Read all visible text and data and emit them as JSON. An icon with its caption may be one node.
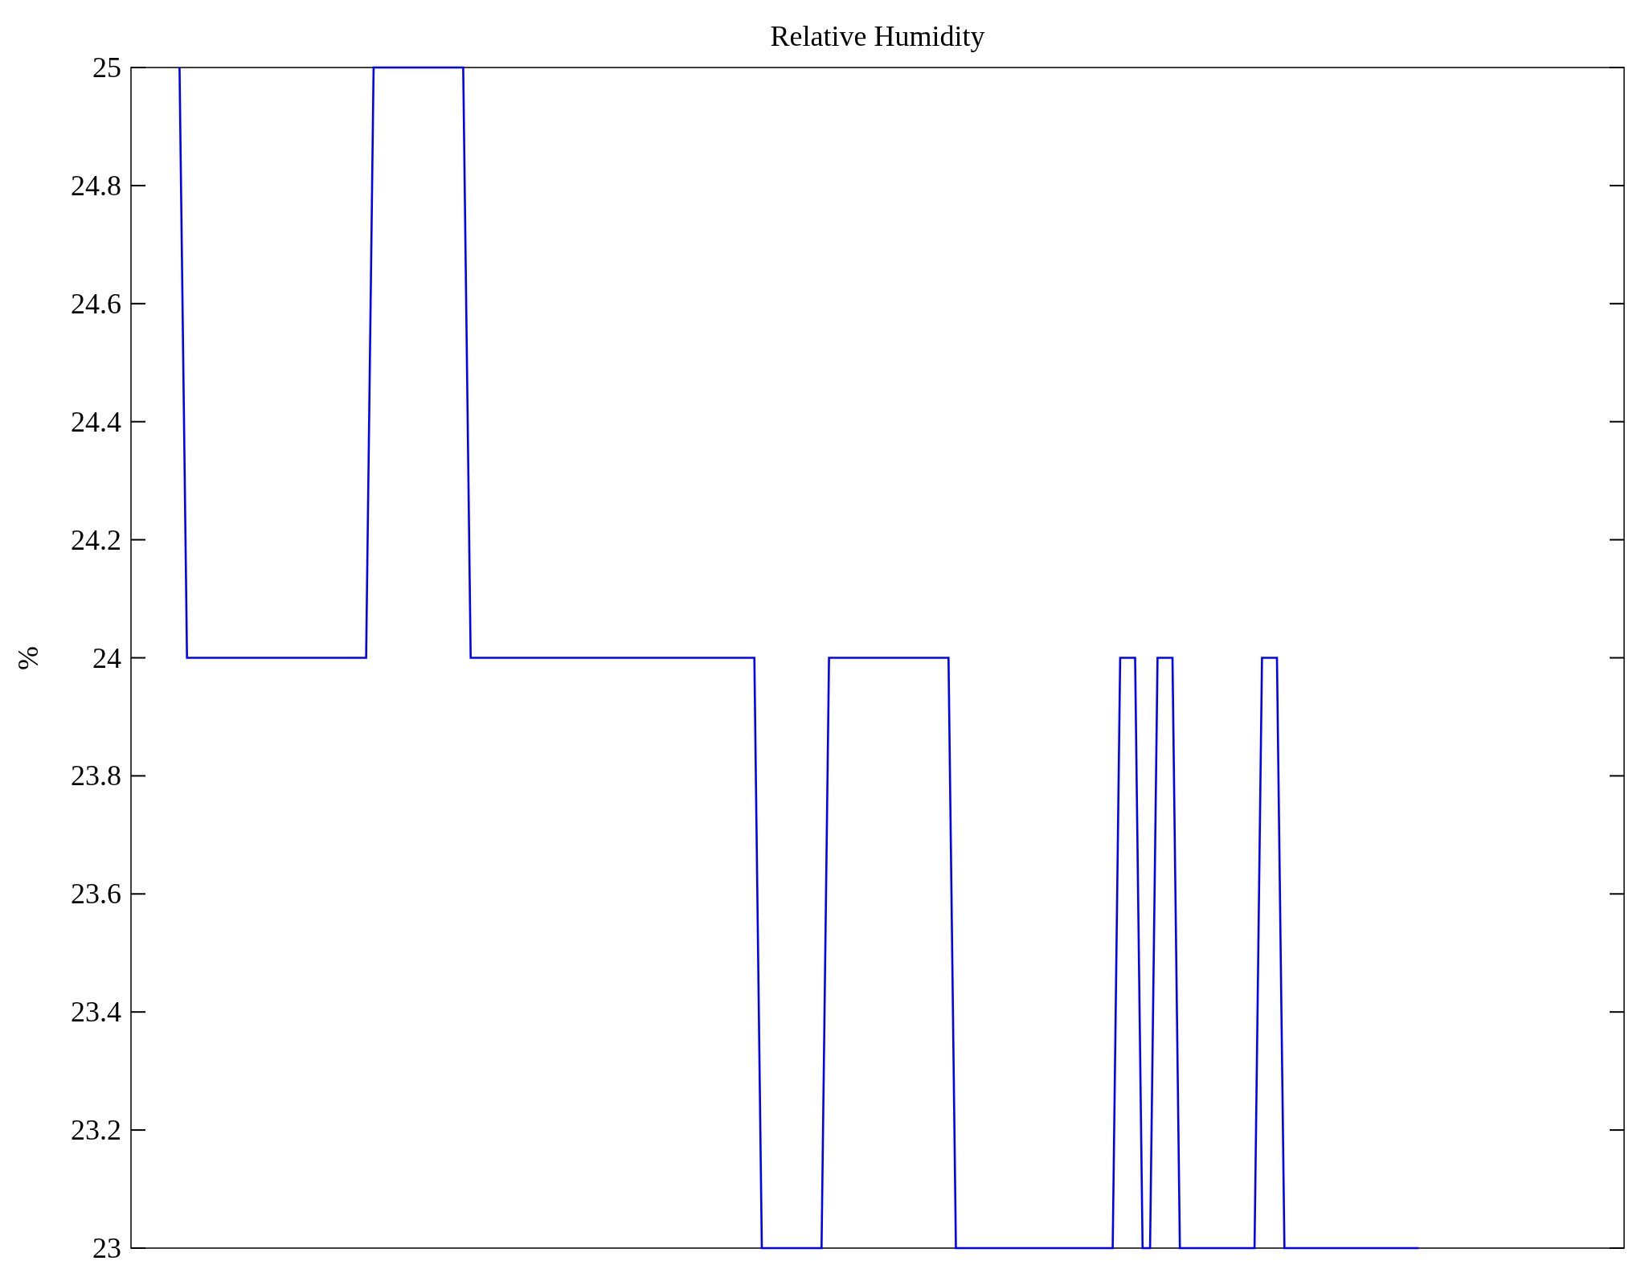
{
  "diagram": {
    "chart_data": {
      "type": "line",
      "title": "Relative Humidity",
      "ylabel": "%",
      "categories": [
        null,
        null,
        null,
        null,
        null,
        null,
        null,
        null,
        null,
        null,
        null,
        null,
        null,
        null,
        null,
        null,
        null,
        null,
        null,
        null,
        null,
        null,
        null,
        null,
        null,
        null,
        null,
        null,
        null,
        null,
        null,
        null,
        null,
        null,
        null,
        null,
        null,
        null,
        null,
        null,
        null,
        null,
        null,
        null,
        null,
        null,
        null,
        null,
        null,
        null,
        null,
        null,
        null,
        null,
        null,
        null,
        null,
        null,
        null,
        null,
        null,
        null,
        null,
        null,
        null,
        null,
        null,
        null,
        null,
        null,
        null,
        null,
        null,
        null,
        null,
        null,
        null,
        null,
        null,
        null,
        null,
        null,
        null,
        null,
        null,
        null,
        null,
        null,
        null,
        null,
        null,
        null,
        null,
        null,
        null,
        null,
        null,
        null,
        null,
        null,
        null,
        null,
        null,
        null,
        null,
        null,
        null,
        null,
        null,
        null,
        null,
        null,
        null,
        null,
        null,
        null,
        null,
        null,
        null,
        null,
        null,
        null,
        null,
        null,
        null,
        null,
        null,
        null,
        null,
        null,
        null,
        null,
        null,
        null,
        null,
        null,
        null,
        null,
        null,
        null,
        null,
        null,
        null,
        null,
        null,
        null,
        null,
        null,
        null,
        null,
        null,
        null,
        null,
        null,
        null,
        null,
        null,
        null,
        null,
        null,
        null,
        null,
        null,
        null,
        null,
        null,
        null,
        null,
        null,
        null,
        null,
        null,
        null,
        null,
        null,
        null,
        null,
        null,
        null,
        null,
        null,
        null,
        null,
        null,
        null,
        null,
        null,
        null,
        null,
        null,
        null,
        null,
        null,
        null,
        null,
        null,
        null,
        null,
        null,
        null
      ],
      "series": [
        {
          "color": "#0000ff",
          "values": [
            null,
            null,
            null,
            null,
            null,
            null,
            25,
            24,
            24,
            24,
            24,
            24,
            24,
            24,
            24,
            24,
            24,
            24,
            24,
            24,
            24,
            24,
            24,
            24,
            24,
            24,
            24,
            24,
            24,
            24,
            24,
            24,
            25,
            25,
            25,
            25,
            25,
            25,
            25,
            25,
            25,
            25,
            25,
            25,
            25,
            24,
            24,
            24,
            24,
            24,
            24,
            24,
            24,
            24,
            24,
            24,
            24,
            24,
            24,
            24,
            24,
            24,
            24,
            24,
            24,
            24,
            24,
            24,
            24,
            24,
            24,
            24,
            24,
            24,
            24,
            24,
            24,
            24,
            24,
            24,
            24,
            24,
            24,
            24,
            23,
            23,
            23,
            23,
            23,
            23,
            23,
            23,
            23,
            24,
            24,
            24,
            24,
            24,
            24,
            24,
            24,
            24,
            24,
            24,
            24,
            24,
            24,
            24,
            24,
            24,
            23,
            23,
            23,
            23,
            23,
            23,
            23,
            23,
            23,
            23,
            23,
            23,
            23,
            23,
            23,
            23,
            23,
            23,
            23,
            23,
            23,
            23,
            24,
            24,
            24,
            23,
            23,
            24,
            24,
            24,
            23,
            23,
            23,
            23,
            23,
            23,
            23,
            23,
            23,
            23,
            23,
            24,
            24,
            24,
            23,
            23,
            23,
            23,
            23,
            23,
            23,
            23,
            23,
            23,
            23,
            23,
            23,
            23,
            23,
            23,
            23,
            23,
            23,
            null,
            null,
            null,
            null,
            null,
            null,
            null,
            null,
            null,
            null,
            null,
            null,
            null,
            null,
            null,
            null,
            null,
            null,
            null,
            null,
            null,
            null,
            null,
            null,
            null,
            null,
            null
          ]
        }
      ],
      "ylim": [
        23,
        25
      ],
      "yticks": [
        23,
        23.2,
        23.4,
        23.6,
        23.8,
        24,
        24.2,
        24.4,
        24.6,
        24.8,
        25
      ]
    }
  }
}
